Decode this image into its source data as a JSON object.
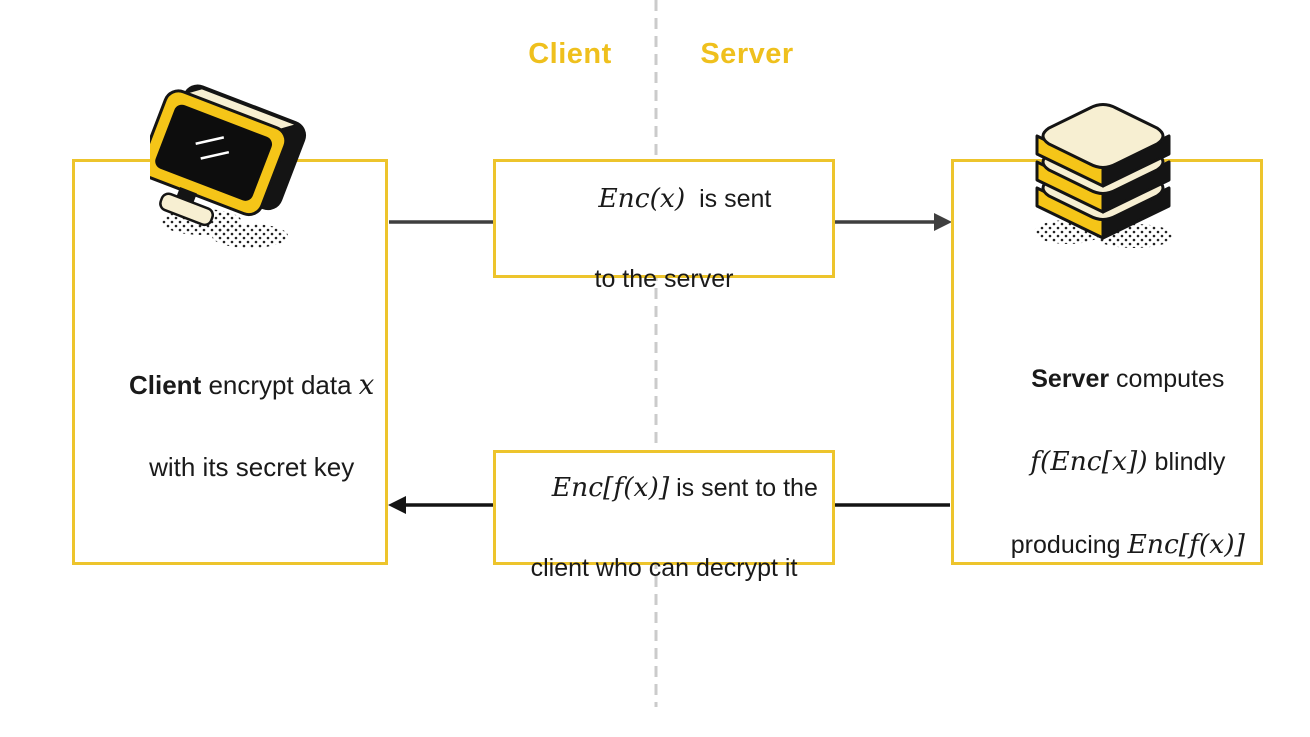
{
  "header": {
    "client_label": "Client",
    "server_label": "Server"
  },
  "left_box": {
    "line1_bold": "Client",
    "line1_text": " encrypt data ",
    "line1_math": "x",
    "line2": "with its secret key"
  },
  "top_message": {
    "math": "Enc(x)",
    "text": "  is sent",
    "line2": "to the server"
  },
  "bottom_message": {
    "math": "Enc[f(x)]",
    "text": " is sent to the",
    "line2": "client who can decrypt it"
  },
  "right_box": {
    "line1_bold": "Server",
    "line1_text": " computes",
    "line2_math": "f(Enc[x])",
    "line2_text": " blindly",
    "line3_text": "producing ",
    "line3_math": "Enc[f(x)]"
  },
  "icons": {
    "client_icon": "monitor-icon",
    "server_icon": "database-icon"
  },
  "colors": {
    "accent_yellow": "#EFC01D",
    "border_yellow": "#EDC42C",
    "icon_yellow": "#F5C518",
    "cream": "#F7EFD2",
    "arrow_gray": "#3F3F3F",
    "arrow_black": "#141414",
    "dash_gray": "#CBCBCB",
    "text_black": "#1A1A1A"
  }
}
